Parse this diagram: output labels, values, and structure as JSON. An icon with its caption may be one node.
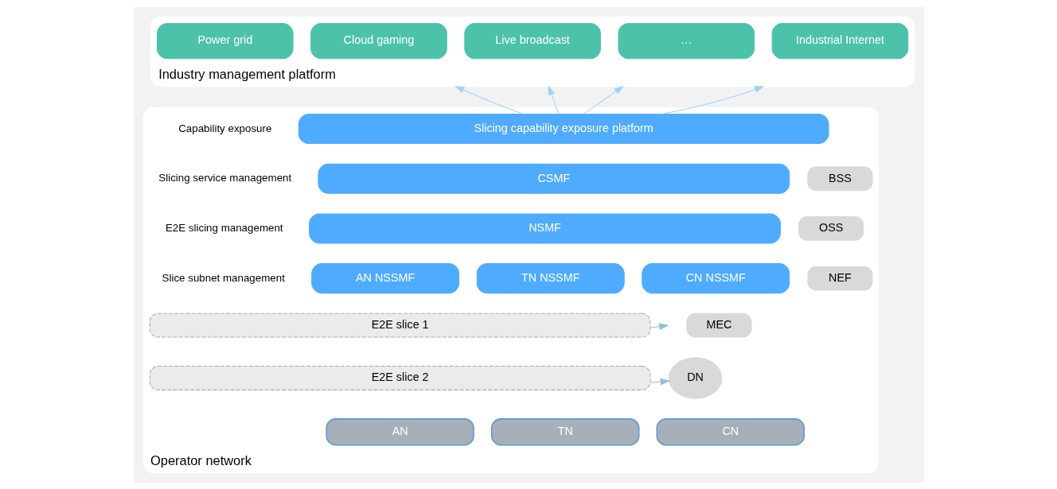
{
  "diagram": {
    "nodes": [
      {
        "text": [
          "Industry management platform"
        ]
      },
      {
        "text": [
          "Power grid"
        ],
        "in": 0
      },
      {
        "text": [
          "Industrial Internet"
        ],
        "in": 0
      },
      {
        "text": [
          "Cloud gaming"
        ],
        "in": 0
      },
      {
        "text": [
          "Live broadcast"
        ],
        "in": 0
      },
      {
        "text": [
          "…"
        ],
        "in": 0
      },
      {
        "text": [
          "Operator network"
        ]
      },
      {
        "text": [
          "Slicing capability exposure platform"
        ],
        "in": 6,
        "beside": [
          "Capability exposure"
        ]
      },
      {
        "text": [
          "CSMF"
        ],
        "in": 6,
        "beside": [
          "Slicing service management"
        ]
      },
      {
        "text": [
          "NSMF"
        ],
        "in": 6,
        "beside": [
          "E2E slicing management"
        ]
      },
      {
        "text": [
          "AN NSSMF"
        ],
        "in": 6,
        "beside": [
          "Slice subnet management"
        ]
      },
      {
        "text": [
          "TN NSSMF"
        ],
        "in": 6
      },
      {
        "text": [
          "CN NSSMF"
        ],
        "in": 6
      },
      {
        "text": [
          "BSS"
        ],
        "in": 6
      },
      {
        "text": [
          "OSS"
        ],
        "in": 6
      },
      {
        "text": [
          "NEF"
        ],
        "in": 6
      },
      {
        "text": [
          "MEC"
        ],
        "in": 6
      },
      {
        "text": [
          "E2E slice 1"
        ],
        "in": 6
      },
      {
        "text": [
          "E2E slice 2"
        ],
        "in": 6
      },
      {
        "text": [
          "AN"
        ],
        "in": 6
      },
      {
        "text": [
          "TN"
        ],
        "in": 6
      },
      {
        "text": [
          "CN"
        ],
        "in": 6
      },
      {
        "text": [
          "DN"
        ],
        "in": 6
      }
    ],
    "edges": [
      {
        "from": 7,
        "to": 0,
        "arrow": "to",
        "color": "#9fd3f7"
      },
      {
        "from": 7,
        "to": 0,
        "arrow": "to",
        "color": "#9fd3f7"
      },
      {
        "from": 7,
        "to": 0,
        "arrow": "to",
        "color": "#9fd3f7"
      },
      {
        "from": 7,
        "to": 0,
        "arrow": "to",
        "color": "#9fd3f7"
      },
      {
        "from": 17,
        "to": null,
        "arrow": "to"
      },
      {
        "from": 18,
        "to": 22,
        "arrow": "to"
      }
    ]
  }
}
